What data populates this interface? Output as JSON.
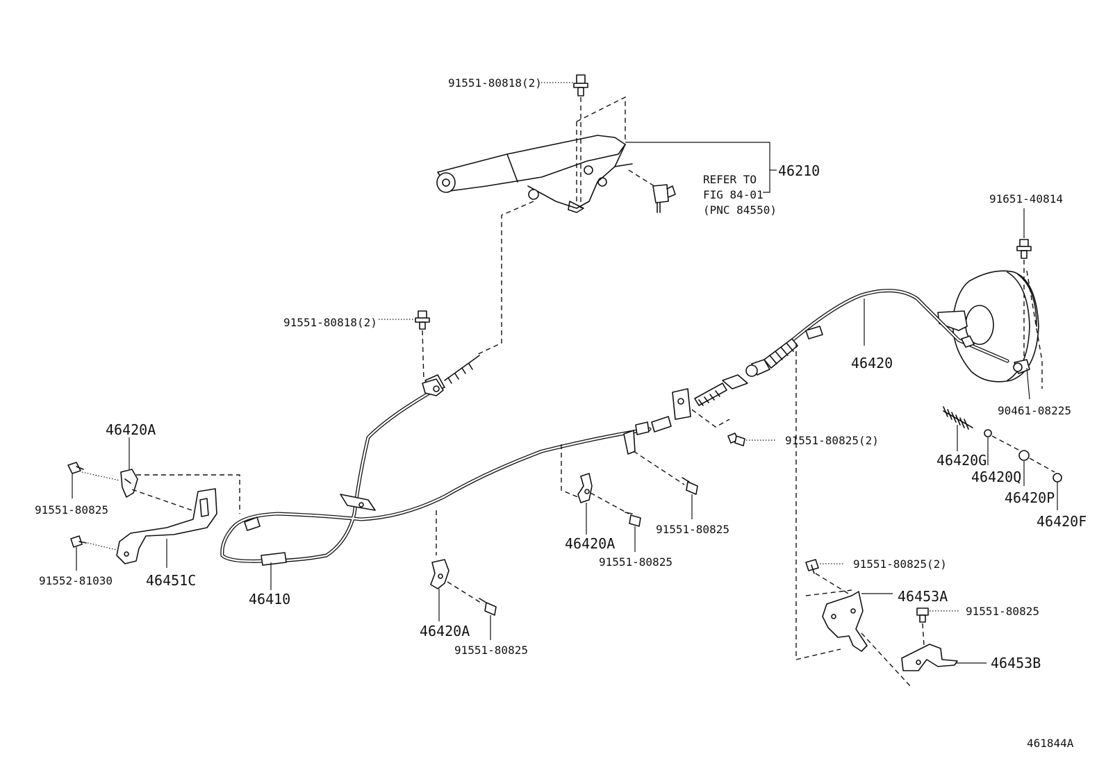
{
  "figure_id": "461844A",
  "labels": {
    "bolt_top": "91551-80818(2)",
    "lever_assy": "46210",
    "refer_line1": "REFER TO",
    "refer_line2": "FIG 84-01",
    "refer_line3": "(PNC 84550)",
    "bolt_mid": "91551-80818(2)",
    "bolt_right_top": "91651-40814",
    "cable_no1": "46420",
    "pin": "90461-08225",
    "bolt_center": "91551-80825(2)",
    "spring": "46420G",
    "clip_q": "46420Q",
    "clip_p": "46420P",
    "clip_f": "46420F",
    "clamp_left": "46420A",
    "bolt_left1": "91551-80825",
    "bolt_left2": "91552-81030",
    "bracket_left": "46451C",
    "cable_no2": "46410",
    "clamp_mid": "46420A",
    "bolt_mid2": "91551-80825",
    "bolt_mid3": "91551-80825",
    "clamp_bottom": "46420A",
    "bolt_bottom": "91551-80825",
    "bolt_lower_right": "91551-80825(2)",
    "bracket_a": "46453A",
    "bolt_br": "91551-80825",
    "bracket_b": "46453B"
  }
}
